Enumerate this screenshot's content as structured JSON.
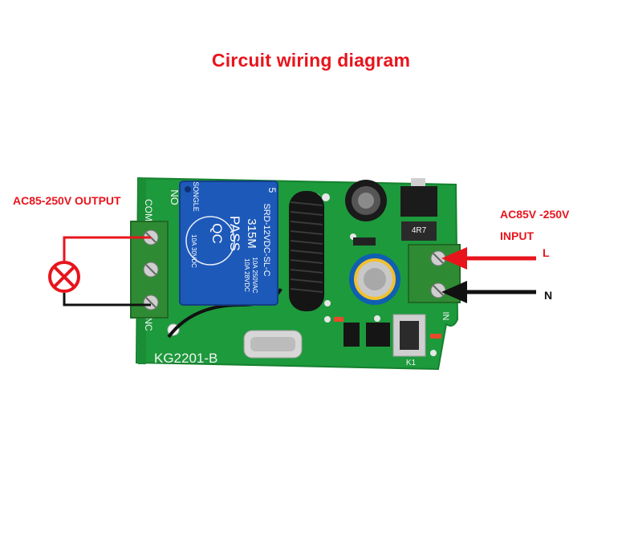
{
  "title": "Circuit wiring diagram",
  "output_label": "AC85-250V OUTPUT",
  "input_label_line1": "AC85V -250V",
  "input_label_line2": "INPUT",
  "live_label": "L",
  "neutral_label": "N",
  "board": {
    "model": "KG2201-B",
    "terminal_com": "COM",
    "terminal_no": "NO",
    "terminal_nc": "NC",
    "terminal_in": "IN",
    "relay_line1": "QC",
    "relay_line2": "PASS",
    "relay_line3": "315M",
    "relay_model": "SRD-12VDC-SL-C",
    "relay_rating1": "10A 250VAC",
    "relay_rating2": "10A 30VDC",
    "relay_rating3": "10A 28VDC",
    "relay_brand": "SONGLE",
    "relay_num": "5",
    "cap_label": "4R7",
    "button_label": "K1"
  },
  "colors": {
    "title": "#e8141c",
    "pcb": "#1d9a3c",
    "relay": "#1d59b8",
    "terminal": "#2f8a34",
    "wire_red": "#e8141c",
    "wire_black": "#111111"
  }
}
